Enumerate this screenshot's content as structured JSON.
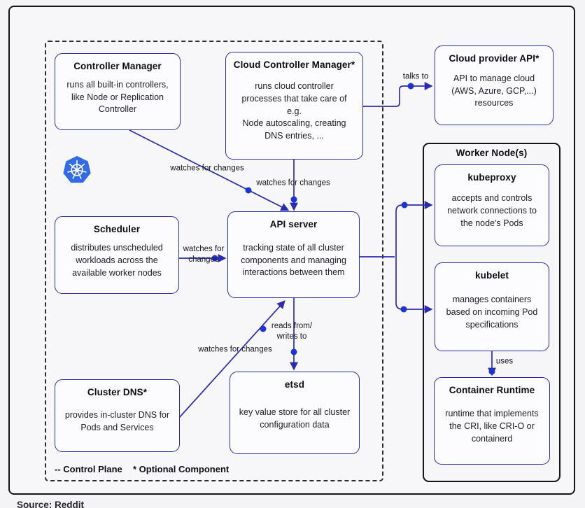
{
  "colors": {
    "frame_black": "#141414",
    "box_border_navy": "#2b2bae",
    "dot_blue": "#1f35cf",
    "kubernetes_blue": "#326ce5",
    "background": "#f4f4f6",
    "box_fill": "#fcfcfe",
    "text_dark": "#1b1b26"
  },
  "control_plane": {
    "legend_control_plane": "-- Control Plane",
    "legend_optional": "* Optional Component",
    "boxes": {
      "controller_manager": {
        "title": "Controller Manager",
        "body": "runs all built-in controllers, like Node or Replication Controller"
      },
      "cloud_controller_manager": {
        "title": "Cloud Controller Manager*",
        "body": "runs cloud controller processes that take care of e.g.\nNode autoscaling, creating DNS entries, ..."
      },
      "scheduler": {
        "title": "Scheduler",
        "body": "distributes unscheduled workloads across the available worker nodes"
      },
      "api_server": {
        "title": "API server",
        "body": "tracking state of all cluster components and managing interactions between them"
      },
      "cluster_dns": {
        "title": "Cluster DNS*",
        "body": "provides in-cluster DNS for Pods and Services"
      },
      "etsd": {
        "title": "etsd",
        "body": "key value store for all cluster configuration data"
      }
    }
  },
  "cloud_provider_api": {
    "title": "Cloud provider API*",
    "body": "API to manage cloud (AWS, Azure, GCP,...) resources"
  },
  "worker_node": {
    "title": "Worker Node(s)",
    "boxes": {
      "kubeproxy": {
        "title": "kubeproxy",
        "body": "accepts and controls network connections to the node's Pods"
      },
      "kubelet": {
        "title": "kubelet",
        "body": "manages containers based on incoming Pod specifications"
      },
      "container_runtime": {
        "title": "Container Runtime",
        "body": "runtime that implements the CRI, like CRI-O or containerd"
      }
    }
  },
  "connector_labels": {
    "talks_to": "talks to",
    "watches_controller_manager": "watches for changes",
    "watches_cloud_controller_manager": "watches for changes",
    "watches_scheduler": "watches for\nchanges",
    "reads_writes": "reads from/\nwrites to",
    "watches_cluster_dns": "watches for changes",
    "uses": "uses"
  },
  "caption": "Source: Reddit"
}
